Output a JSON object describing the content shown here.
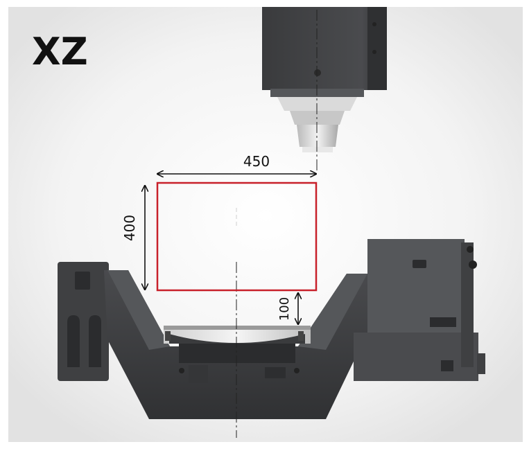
{
  "view_label": "XZ",
  "dimensions": {
    "width": "450",
    "height": "400",
    "clearance": "100"
  },
  "colors": {
    "work_envelope": "#c8202a",
    "machine_dark": "#3f4042",
    "machine_mid": "#55575a",
    "machine_light": "#6a6c6f",
    "background": "#ebebeb"
  }
}
